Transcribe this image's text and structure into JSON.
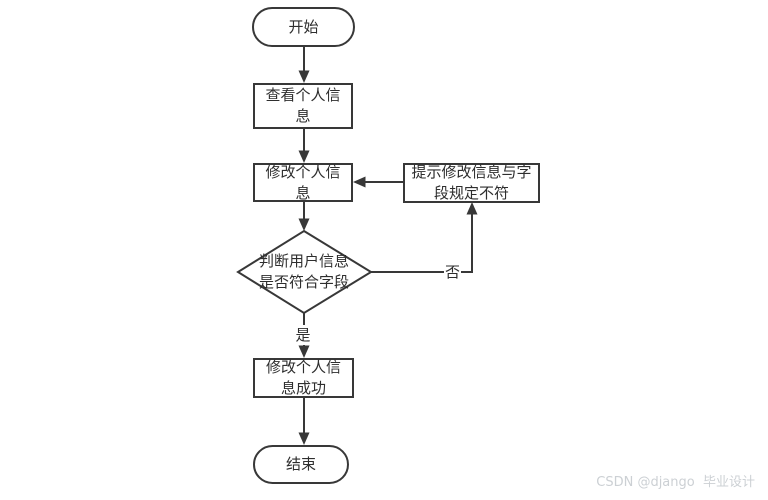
{
  "flowchart": {
    "nodes": [
      {
        "id": "start",
        "type": "terminator",
        "label": "开始"
      },
      {
        "id": "view-info",
        "type": "process",
        "label": "查看个人信息"
      },
      {
        "id": "modify-info",
        "type": "process",
        "label": "修改个人信息"
      },
      {
        "id": "prompt-mismatch",
        "type": "process",
        "label": "提示修改信息与字段规定不符"
      },
      {
        "id": "check-fields",
        "type": "decision",
        "label": "判断用户信息是否符合字段"
      },
      {
        "id": "modify-success",
        "type": "process",
        "label": "修改个人信息成功"
      },
      {
        "id": "end",
        "type": "terminator",
        "label": "结束"
      }
    ],
    "edge_labels": {
      "yes": "是",
      "no": "否"
    },
    "colors": {
      "stroke": "#383838",
      "node_fill": "#ffffff",
      "text": "#2e2e2e"
    }
  },
  "watermark": {
    "text": "CSDN @django  毕业设计",
    "color": "#ccd0d4"
  }
}
